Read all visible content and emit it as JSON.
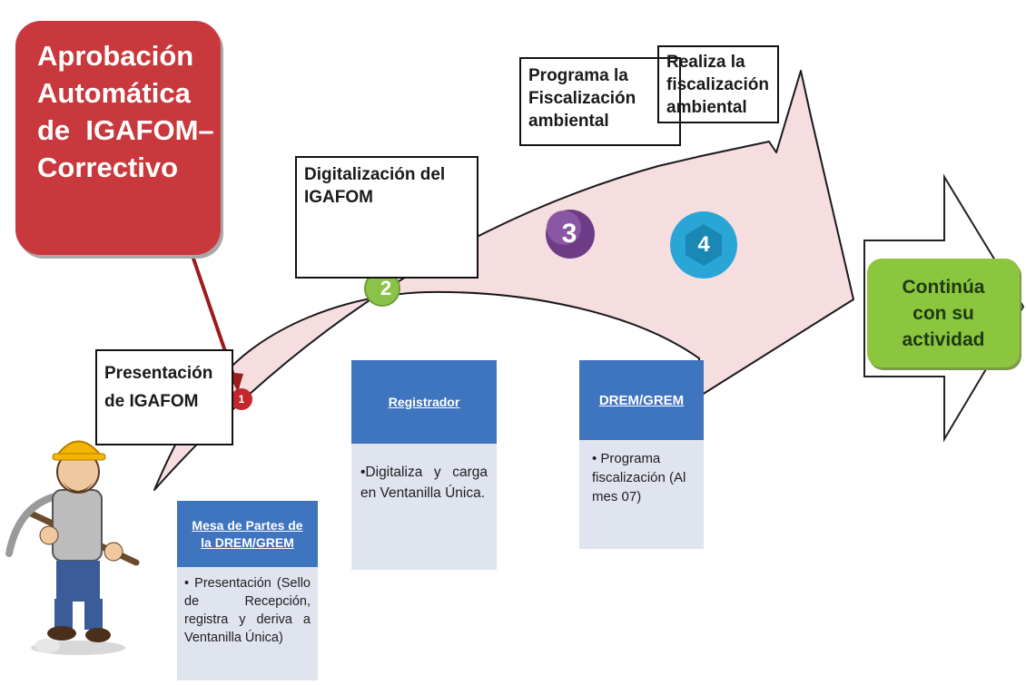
{
  "approval_box": {
    "lines": [
      "Aprobación",
      "Automática",
      "de  IGAFOM–",
      "Correctivo"
    ]
  },
  "step_labels": {
    "presentation": [
      "Presentación",
      "de IGAFOM"
    ],
    "digitalization": [
      "Digitalización del",
      "IGAFOM"
    ],
    "program": [
      "Programa la",
      "Fiscalización",
      "ambiental"
    ],
    "realize": [
      "Realiza la",
      "fiscalización",
      "ambiental"
    ]
  },
  "badges": [
    "1",
    "2",
    "3",
    "4"
  ],
  "cards": {
    "mesa": {
      "title_lines": [
        "Mesa de Partes de",
        "la DREM/GREM"
      ],
      "body": "• Presentación (Sello de Recepción, registra y deriva a Ventanilla Única)"
    },
    "registrador": {
      "title": "Registrador",
      "body": "•Digitaliza y carga en Ventanilla Única."
    },
    "drem": {
      "title": "DREM/GREM",
      "body": "• Programa fiscalización (Al mes 07)"
    }
  },
  "end_box": {
    "lines": [
      "Continúa",
      "con su",
      "actividad"
    ]
  },
  "colors": {
    "approval_red": "#c8383d",
    "card_header_blue": "#3f74bf",
    "card_body": "#dfe4ee",
    "end_green": "#8cc63f",
    "flow_pink": "#f6dde0"
  },
  "icons": [
    "miner-icon",
    "red-arrow-icon",
    "big-arrow-icon",
    "curved-flow-arrow"
  ]
}
